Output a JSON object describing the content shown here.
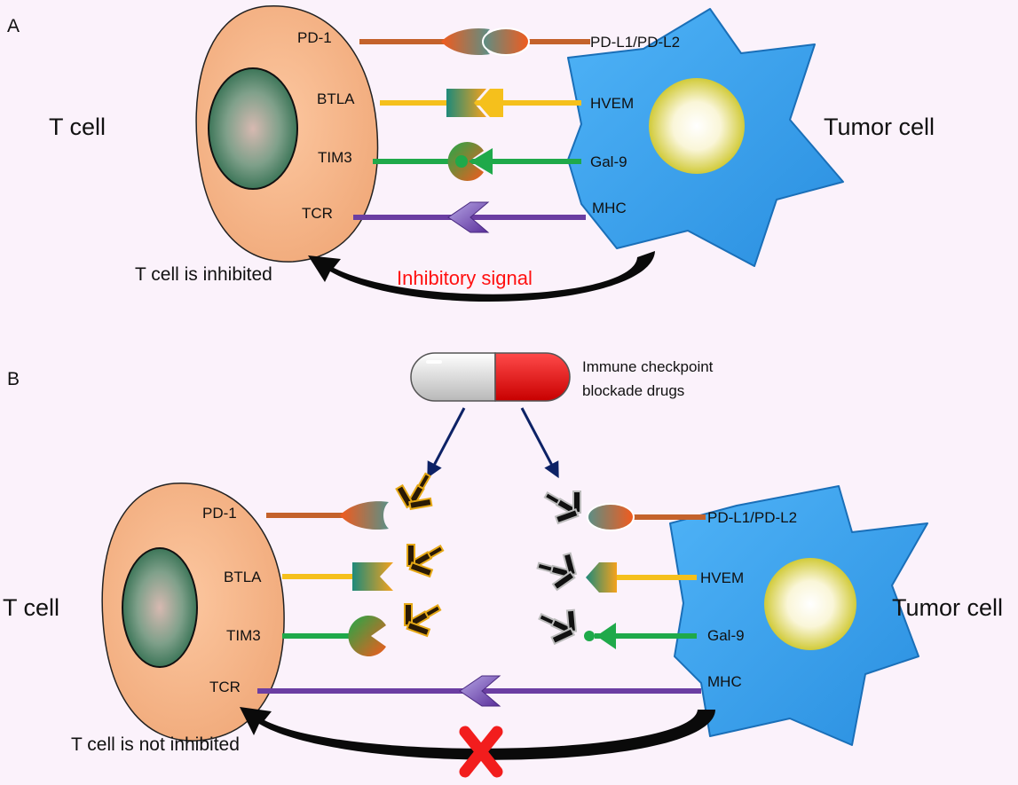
{
  "panel_a": {
    "letter": "A",
    "left_cell": "T cell",
    "right_cell": "Tumor cell",
    "t_receptors": [
      "PD-1",
      "BTLA",
      "TIM3",
      "TCR"
    ],
    "tumor_ligands": [
      "PD-L1/PD-L2",
      "HVEM",
      "Gal-9",
      "MHC"
    ],
    "result": "T cell is inhibited",
    "signal": "Inhibitory signal"
  },
  "panel_b": {
    "letter": "B",
    "drug": "Immune checkpoint blockade drugs",
    "drug_line1": "Immune checkpoint",
    "drug_line2": "blockade drugs",
    "left_cell": "T cell",
    "right_cell": "Tumor cell",
    "t_receptors": [
      "PD-1",
      "BTLA",
      "TIM3",
      "TCR"
    ],
    "tumor_ligands": [
      "PD-L1/PD-L2",
      "HVEM",
      "Gal-9",
      "MHC"
    ],
    "result": "T cell is not inhibited"
  },
  "colors": {
    "background": "#fbf2fb",
    "t_cell": "#f7b98d",
    "tumor_cell": "#3ea2ee",
    "nucleus": "#4f8a6c",
    "pd1_line": "#c4622b",
    "btla_line": "#f5c01c",
    "tim3_line": "#1fa94a",
    "tcr_line": "#6b3ea2",
    "signal_text": "#ff1010",
    "arrow": "#0d2266",
    "cross": "#f21d1d"
  }
}
